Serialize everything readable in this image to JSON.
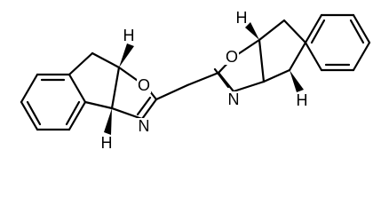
{
  "molecule": {
    "left_unit": {
      "oxygen": "O",
      "nitrogen": "N",
      "stereo_h_top": "H",
      "stereo_h_bottom": "H"
    },
    "right_unit": {
      "oxygen": "O",
      "nitrogen": "N",
      "stereo_h_top": "H",
      "stereo_h_bottom": "H"
    }
  }
}
